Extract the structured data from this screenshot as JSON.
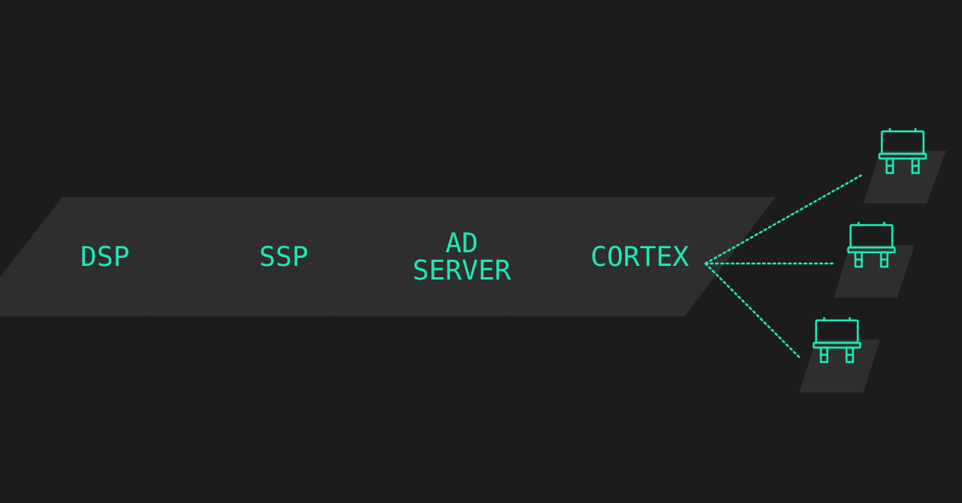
{
  "diagram": {
    "accent_color": "#1ee8b6",
    "background_color": "#1c1c1c",
    "tile_color": "#2e2e2e",
    "nodes": [
      {
        "id": "dsp",
        "lines": [
          "DSP"
        ]
      },
      {
        "id": "ssp",
        "lines": [
          "SSP"
        ]
      },
      {
        "id": "ad-server",
        "lines": [
          "AD",
          "SERVER"
        ]
      },
      {
        "id": "cortex",
        "lines": [
          "CORTEX"
        ]
      }
    ],
    "edges": [
      {
        "from": "dsp",
        "to": "ssp"
      },
      {
        "from": "ssp",
        "to": "ad-server"
      },
      {
        "from": "ad-server",
        "to": "cortex"
      }
    ],
    "outputs": [
      {
        "id": "billboard-top",
        "icon": "billboard-icon"
      },
      {
        "id": "billboard-middle",
        "icon": "billboard-icon"
      },
      {
        "id": "billboard-bottom",
        "icon": "billboard-icon"
      }
    ]
  }
}
